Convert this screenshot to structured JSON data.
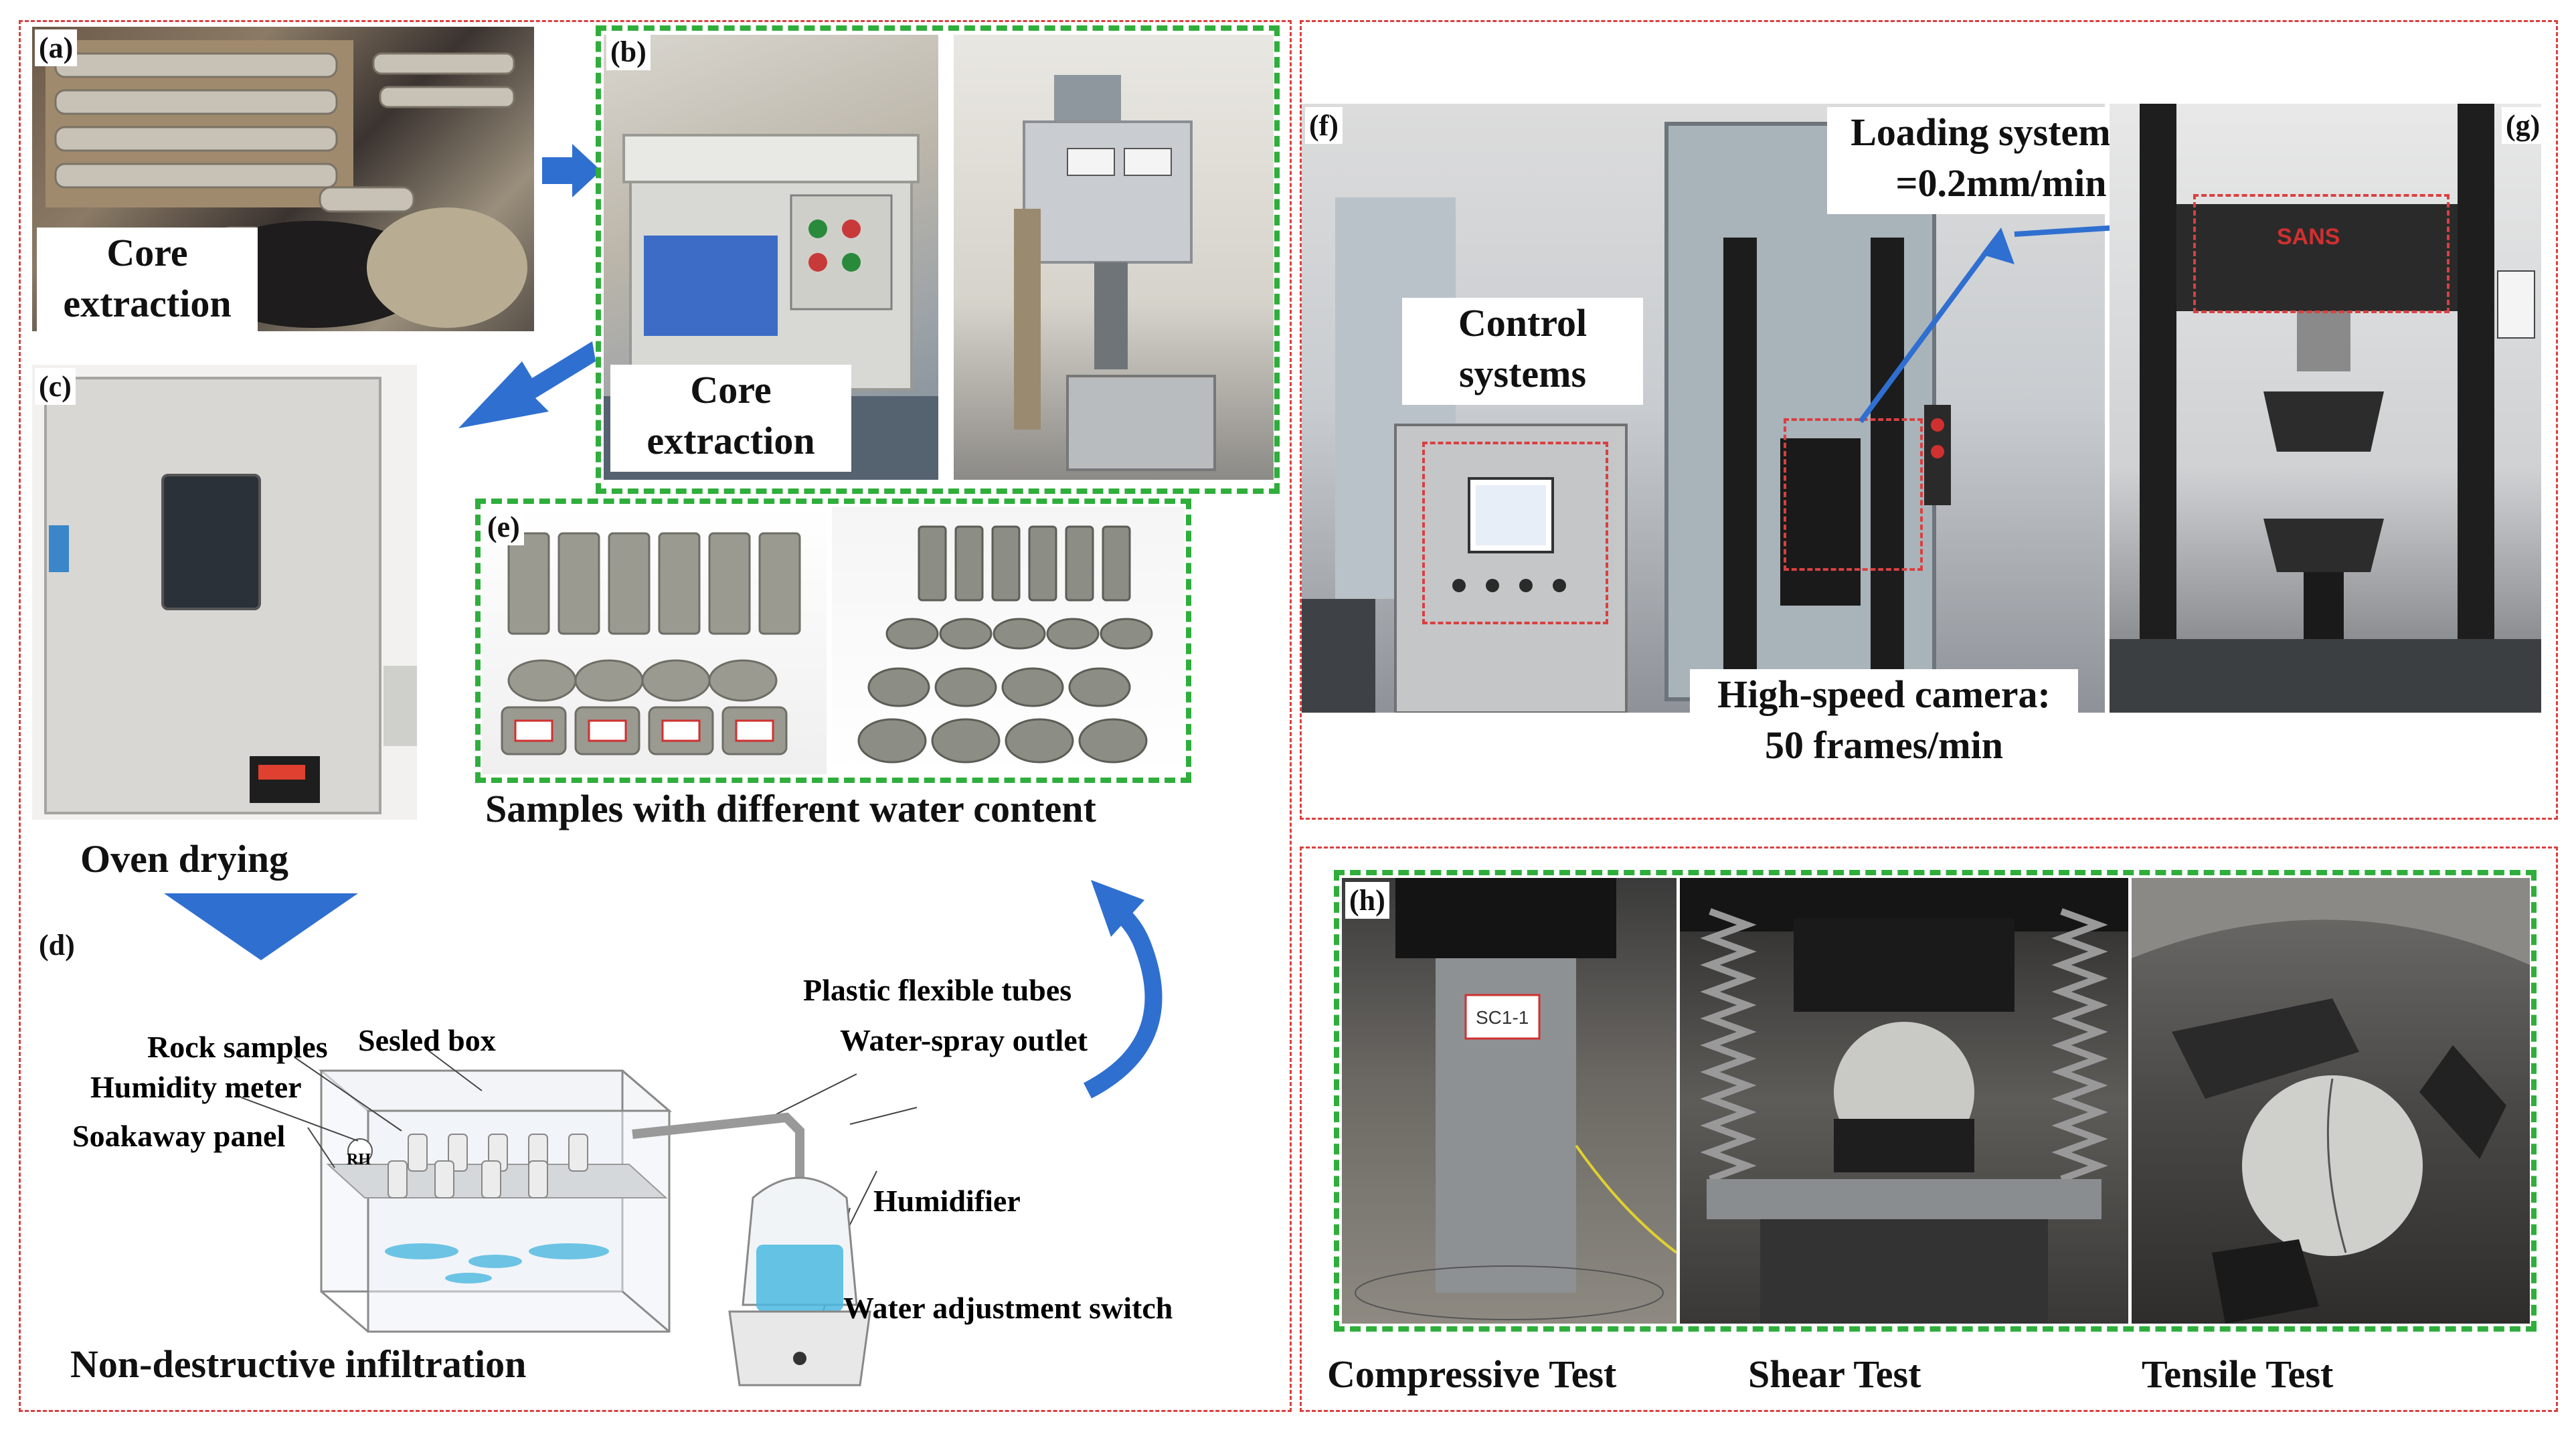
{
  "panels": {
    "a": "(a)",
    "b": "(b)",
    "c": "(c)",
    "d": "(d)",
    "e": "(e)",
    "f": "(f)",
    "g": "(g)",
    "h": "(h)"
  },
  "labels": {
    "core_a_line1": "Core",
    "core_a_line2": "extraction",
    "core_b_line1": "Core",
    "core_b_line2": "extraction",
    "oven": "Oven drying",
    "samples": "Samples with different water content",
    "control_line1": "Control",
    "control_line2": "systems",
    "loading_line1": "Loading system:V",
    "loading_line2": "=0.2mm/min",
    "camera_line1": "High-speed camera:",
    "camera_line2": "50 frames/min",
    "compressive": "Compressive Test",
    "shear": "Shear Test",
    "tensile": "Tensile Test",
    "sealed_box": "Sesled box",
    "rock_samples": "Rock samples",
    "humidity_meter": "Humidity meter",
    "soakaway": "Soakaway panel",
    "rh": "RH",
    "tubes": "Plastic flexible tubes",
    "spray": "Water-spray outlet",
    "humidifier": "Humidifier",
    "switch": "Water adjustment switch",
    "infiltration": "Non-destructive infiltration",
    "specimen_tag": "SC1-1",
    "machine_brand": "SANS"
  },
  "colors": {
    "red_dash": "#d94040",
    "green_dash": "#2fae3c",
    "arrow_blue": "#2f6fd0",
    "water_blue": "#4bb8e0"
  }
}
